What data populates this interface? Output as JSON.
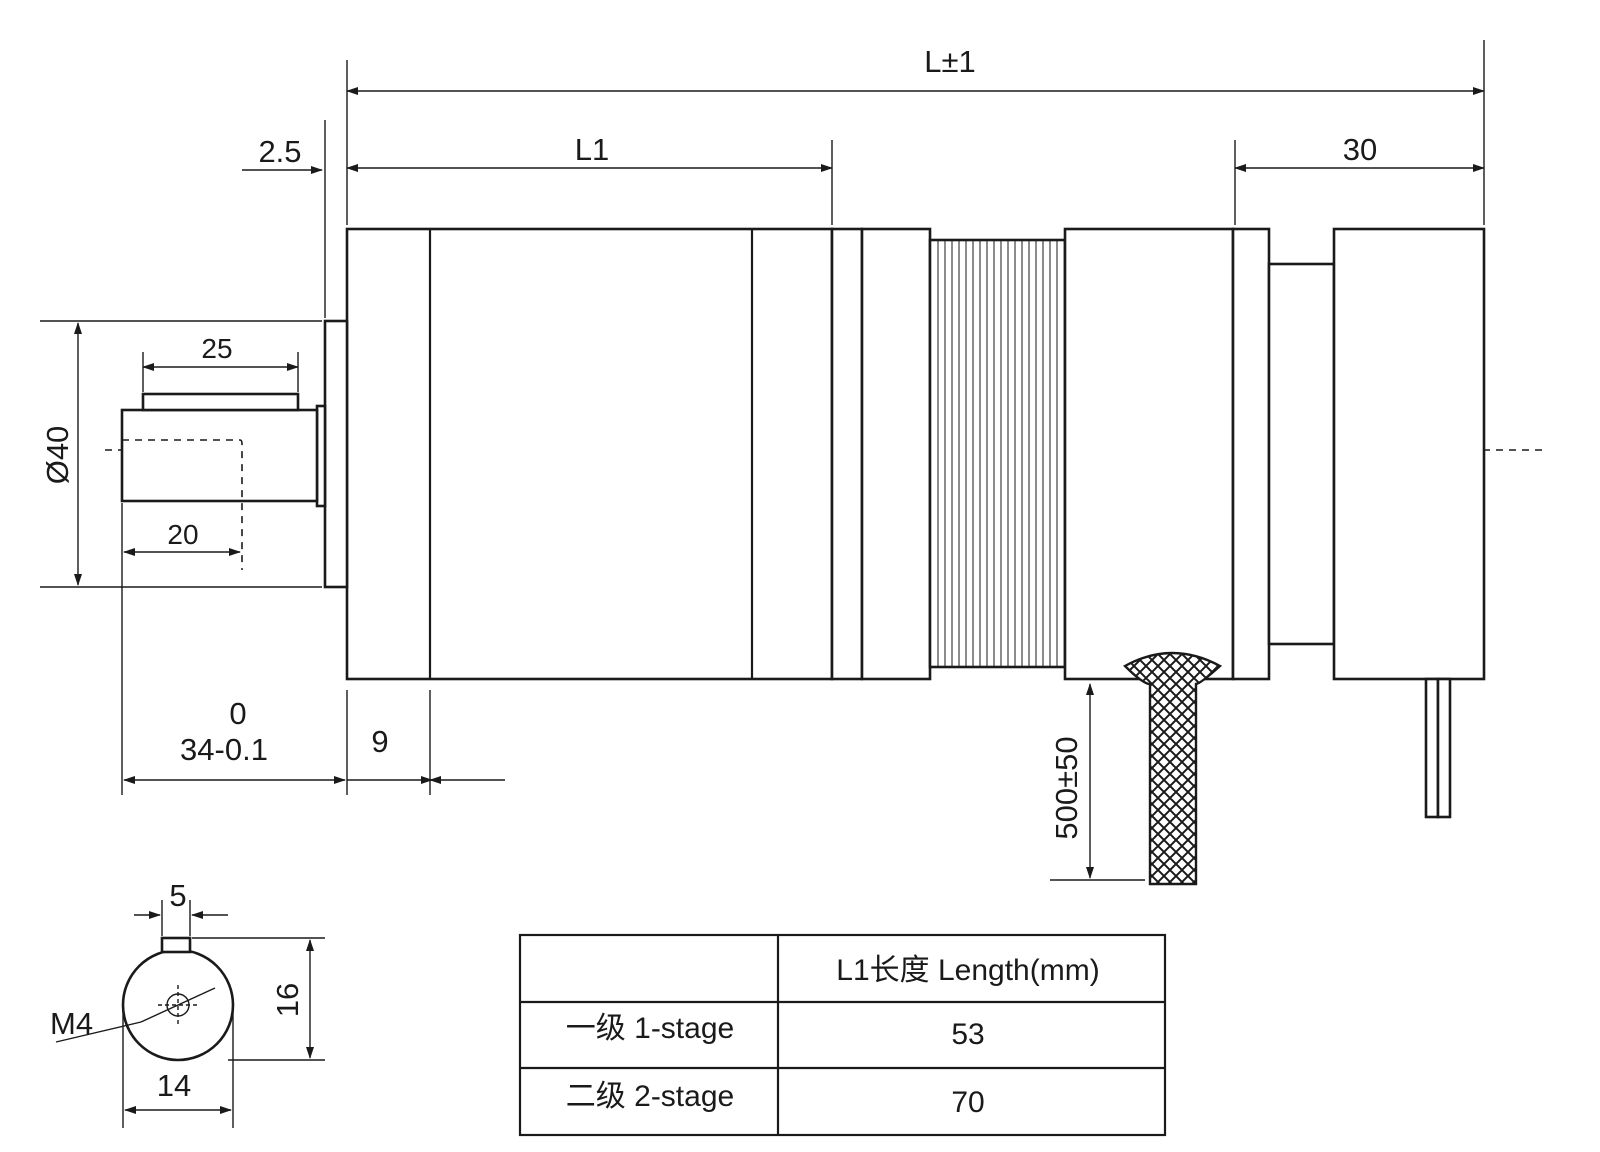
{
  "dimensions": {
    "overall_length": "L±1",
    "l1": "L1",
    "flange_gap": "2.5",
    "rear_length": "30",
    "shaft_key_length": "25",
    "diameter": "Ø40",
    "shaft_depth": "20",
    "shaft_tol_upper": "0",
    "shaft_length": "34-0.1",
    "front_plate": "9",
    "cable_length": "500±50",
    "key_width": "5",
    "shaft_flat": "16",
    "thread": "M4",
    "shaft_dia": "14"
  },
  "table": {
    "header": "L1长度 Length(mm)",
    "rows": [
      {
        "label": "一级 1-stage",
        "value": "53"
      },
      {
        "label": "二级 2-stage",
        "value": "70"
      }
    ]
  },
  "colors": {
    "line": "#1a1a1a",
    "background": "#ffffff"
  }
}
